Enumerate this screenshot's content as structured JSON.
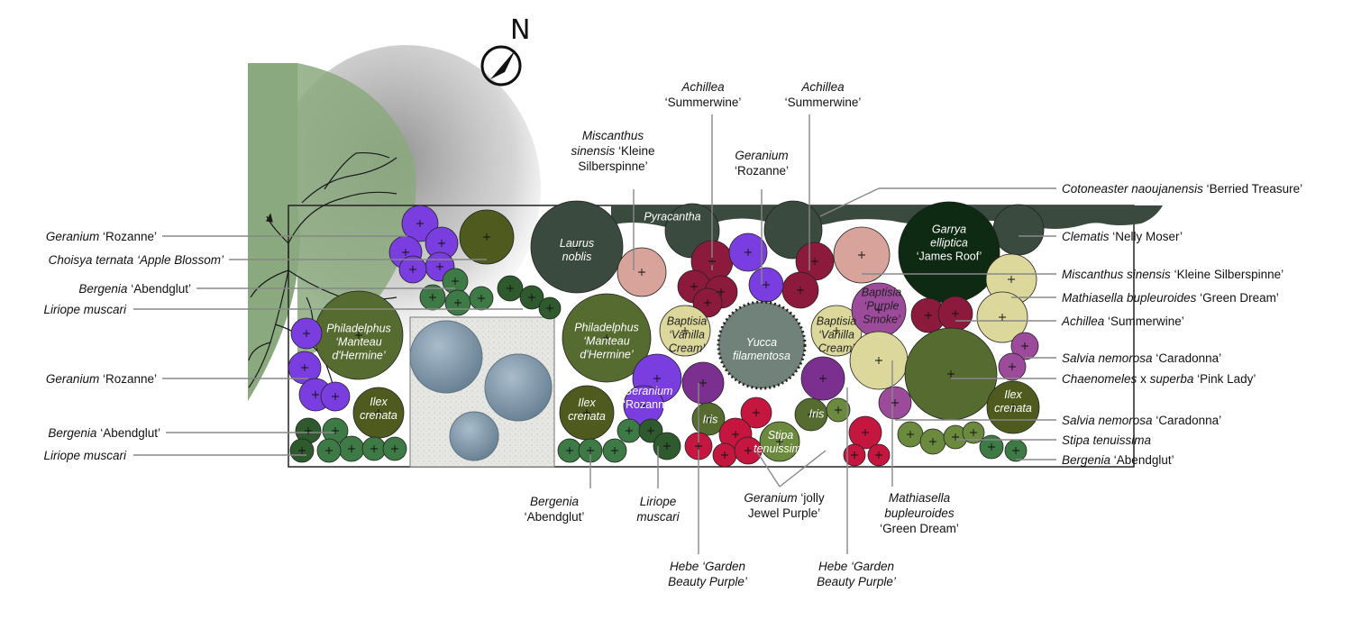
{
  "north": "N",
  "plant_labels": {
    "left_geranium_top": {
      "italic": "Geranium",
      "plain": " ‘Rozanne’"
    },
    "left_choisya": {
      "italic": "Choisya ternata ‘Apple Blossom’",
      "plain": ""
    },
    "left_bergenia_top": {
      "italic": "Bergenia",
      "plain": " ‘Abendglut’"
    },
    "left_liriope_top": {
      "italic": "Liriope muscari",
      "plain": ""
    },
    "left_geranium_mid": {
      "italic": "Geranium",
      "plain": " ‘Rozanne’"
    },
    "left_bergenia_bot": {
      "italic": "Bergenia",
      "plain": " ‘Abendglut’"
    },
    "left_liriope_bot": {
      "italic": "Liriope muscari",
      "plain": ""
    },
    "top_miscanthus": {
      "line1_italic": "Miscanthus",
      "line2_italic": "sinensis",
      "line2_plain": " ‘Kleine",
      "line3_plain": "Silberspinne’"
    },
    "top_achillea_1": {
      "line1_italic": "Achillea",
      "line2_plain": "‘Summerwine’"
    },
    "top_geranium": {
      "line1_italic": "Geranium",
      "line2_plain": "‘Rozanne’"
    },
    "top_achillea_2": {
      "line1_italic": "Achillea",
      "line2_plain": "‘Summerwine’"
    },
    "right_cotoneaster": {
      "italic": "Cotoneaster naoujanensis",
      "plain": " ‘Berried Treasure’"
    },
    "right_clematis": {
      "italic": "Clematis",
      "plain": " ‘Nelly Moser’"
    },
    "right_miscanthus": {
      "italic": "Miscanthus sinensis",
      "plain": " ‘Kleine Silberspinne’"
    },
    "right_mathiasella": {
      "italic": "Mathiasella bupleuroides",
      "plain": " ‘Green Dream’"
    },
    "right_achillea": {
      "italic": "Achillea",
      "plain": " ‘Summerwine’"
    },
    "right_salvia_1": {
      "italic": "Salvia nemorosa",
      "plain": " ‘Caradonna’"
    },
    "right_chaenomeles": {
      "italic": "Chaenomeles",
      "plain": " x ",
      "italic2": "superba",
      "plain2": " ‘Pink Lady’"
    },
    "right_salvia_2": {
      "italic": "Salvia nemorosa",
      "plain": " ‘Caradonna’"
    },
    "right_stipa": {
      "italic": "Stipa tenuissima",
      "plain": ""
    },
    "right_bergenia": {
      "italic": "Bergenia",
      "plain": " ‘Abendglut’"
    },
    "bot_bergenia": {
      "line1_italic": "Bergenia",
      "line2_plain": "‘Abendglut’"
    },
    "bot_liriope": {
      "line1_italic": "Liriope",
      "line2_italic": "muscari"
    },
    "bot_hebe_1": {
      "line1_italic": "Hebe ‘Garden",
      "line2_italic": "Beauty Purple’"
    },
    "bot_geranium": {
      "line1_italic": "Geranium",
      "line1_plain": " ‘jolly",
      "line2_plain": "Jewel Purple’"
    },
    "bot_hebe_2": {
      "line1_italic": "Hebe ‘Garden",
      "line2_italic": "Beauty Purple’"
    },
    "bot_mathiasella": {
      "line1_italic": "Mathiasella",
      "line2_italic": "bupleuroides",
      "line3_plain": "‘Green Dream’"
    }
  },
  "in_plan_labels": {
    "pyracantha": "Pyracantha",
    "laurus": [
      "Laurus",
      "noblis"
    ],
    "garrya": [
      "Garrya",
      "elliptica",
      "‘James Roof’"
    ],
    "philadelphus_left": [
      "Philadelphus",
      "‘Manteau",
      "d'Hermine’"
    ],
    "philadelphus_mid": [
      "Philadelphus",
      "‘Manteau",
      "d'Hermine’"
    ],
    "yucca": [
      "Yucca",
      "filamentosa"
    ],
    "baptisia_vanilla_1": [
      "Baptisia",
      "‘Vanilla",
      "Cream’"
    ],
    "baptisia_vanilla_2": [
      "Baptisia",
      "‘Vanilla",
      "Cream’"
    ],
    "baptisia_purple": [
      "Baptisia",
      "‘Purple",
      "Smoke’"
    ],
    "ilex_left": [
      "Ilex",
      "crenata"
    ],
    "ilex_mid": [
      "Ilex",
      "crenata"
    ],
    "ilex_right": [
      "Ilex",
      "crenata"
    ],
    "geranium_mid": [
      "Geranium",
      "‘Rozanne’"
    ],
    "iris_1": "Iris",
    "iris_2": "Iris",
    "stipa": [
      "Stipa",
      "tenuissima"
    ]
  },
  "colors": {
    "violet": "#7a3de0",
    "olive": "#4e5a1e",
    "dark_green": "#3b4a3e",
    "bergenia_green": "#3e7a45",
    "pink": "#d7a39a",
    "wine": "#8c1a3c",
    "cream": "#dcd79a",
    "plum": "#9c4b9a",
    "crimson": "#c4163f",
    "moss": "#556b2f",
    "garrya": "#0e2a12",
    "tree_canopy": "#8aa97e",
    "slate_circles": "#7f96a8"
  }
}
